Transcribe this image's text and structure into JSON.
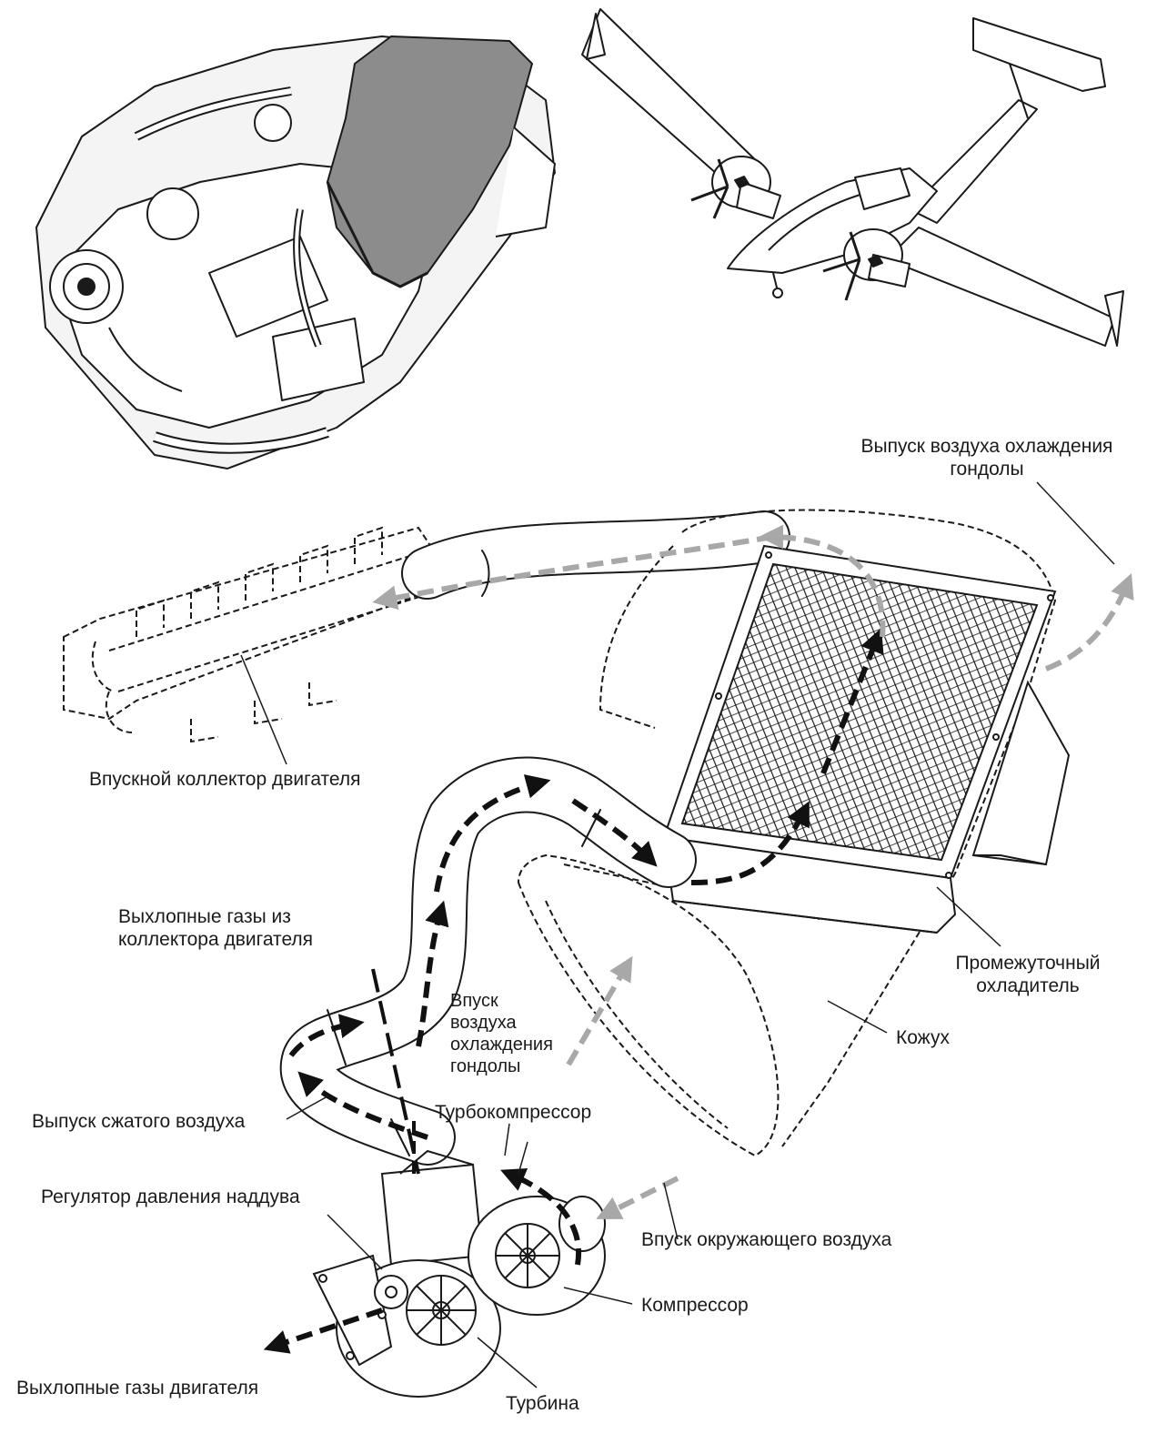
{
  "labels": {
    "nacelle_outlet": "Выпуск воздуха охлаждения\nгондолы",
    "intake_manifold": "Впускной коллектор двигателя",
    "exhaust_from_manifold": "Выхлопные газы из\nколлектора двигателя",
    "intercooler": "Промежуточный\nохладитель",
    "nacelle_inlet": "Впуск\nвоздуха\nохлаждения\nгондолы",
    "shroud": "Кожух",
    "compressed_air_outlet": "Выпуск сжатого воздуха",
    "turbocharger": "Турбокомпрессор",
    "wastegate": "Регулятор давления наддува",
    "ambient_air_inlet": "Впуск окружающего воздуха",
    "compressor": "Компрессор",
    "engine_exhaust": "Выхлопные газы двигателя",
    "turbine": "Турбина"
  },
  "colors": {
    "line": "#1a1a1a",
    "hot_flow": "#111111",
    "cool_flow": "#a8a8a8",
    "duct_fill": "#ffffff",
    "intake_duct_fill": "#8c8c8c"
  }
}
